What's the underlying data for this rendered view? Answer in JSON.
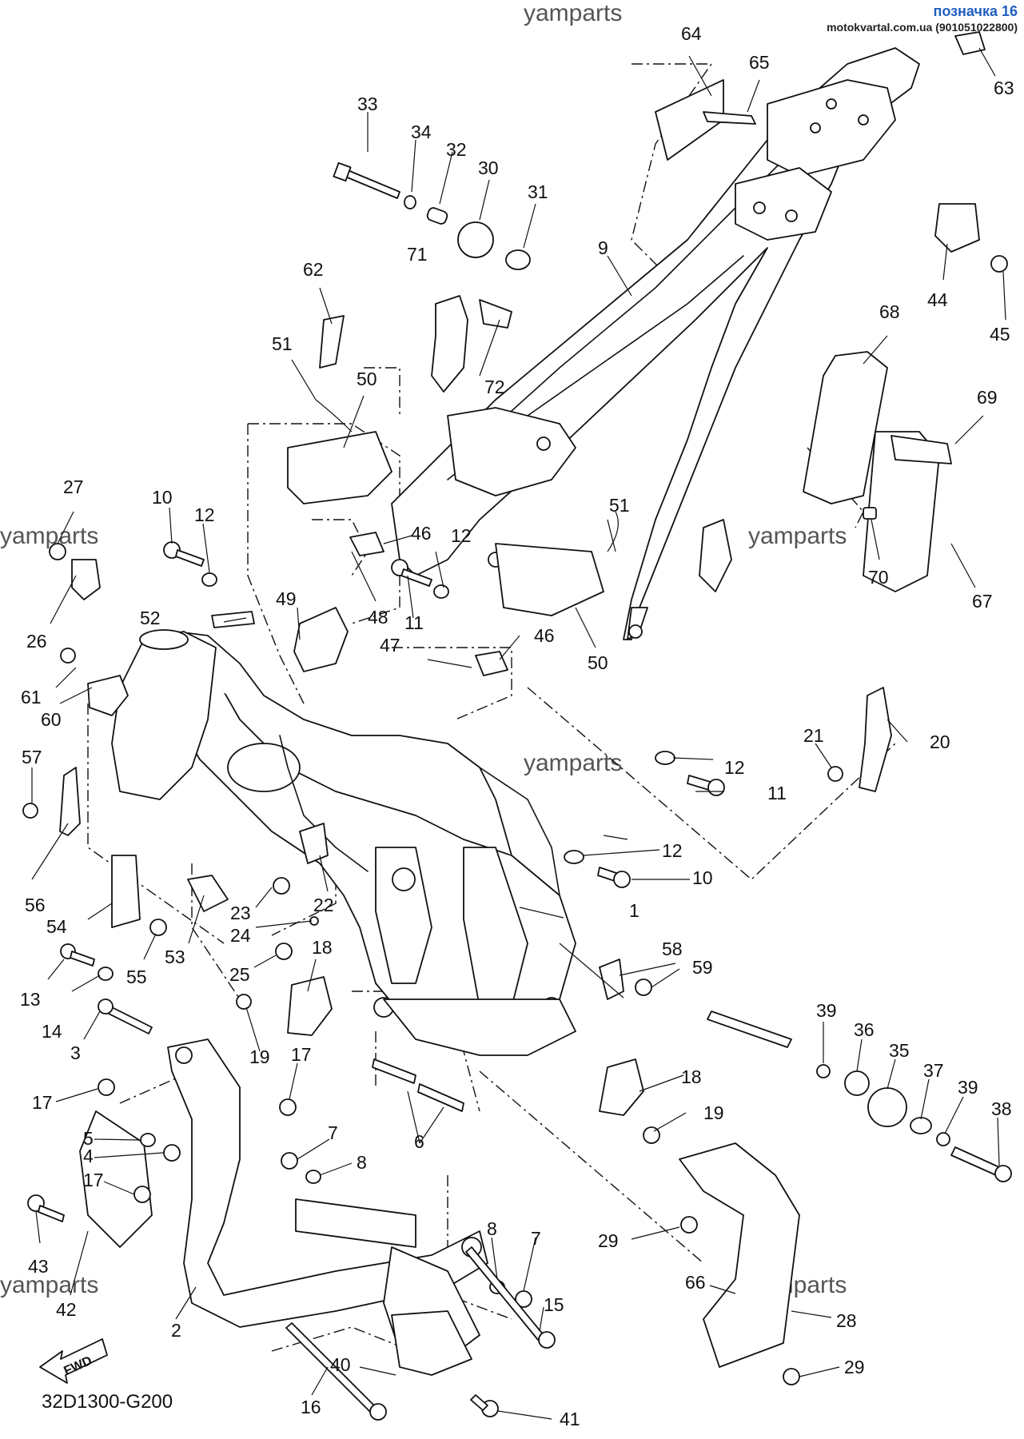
{
  "header": {
    "sheet_label": "позначка 16",
    "site_label": "motokvartal.com.ua (901051022800)"
  },
  "watermark": "yamparts",
  "diagram_code": "32D1300-G200",
  "fwd_label": "FWD",
  "part_numbers": [
    "1",
    "2",
    "3",
    "4",
    "5",
    "6",
    "7",
    "8",
    "9",
    "10",
    "11",
    "12",
    "13",
    "14",
    "15",
    "16",
    "17",
    "18",
    "19",
    "20",
    "21",
    "22",
    "23",
    "24",
    "25",
    "26",
    "27",
    "28",
    "29",
    "30",
    "31",
    "32",
    "33",
    "34",
    "35",
    "36",
    "37",
    "38",
    "39",
    "40",
    "41",
    "42",
    "43",
    "44",
    "45",
    "46",
    "47",
    "48",
    "49",
    "50",
    "51",
    "52",
    "53",
    "54",
    "55",
    "56",
    "57",
    "58",
    "59",
    "60",
    "61",
    "62",
    "63",
    "64",
    "65",
    "66",
    "67",
    "68",
    "69",
    "70",
    "71",
    "72"
  ]
}
